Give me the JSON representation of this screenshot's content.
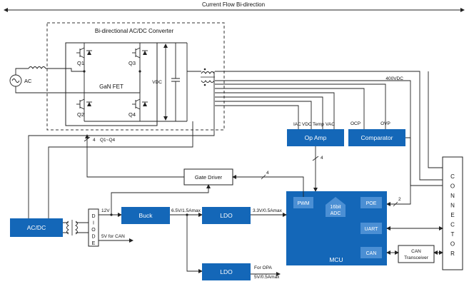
{
  "header": {
    "current_flow": "Current Flow Bi-direction"
  },
  "converter": {
    "title": "Bi-directional AC/DC Converter",
    "gan_fet": "GaN FET",
    "q1": "Q1",
    "q2": "Q2",
    "q3": "Q3",
    "q4": "Q4",
    "vdc": "VDC",
    "bus_count": "4",
    "bus_label": "Q1~Q4"
  },
  "ac_source": {
    "label": "AC"
  },
  "blocks": {
    "op_amp": "Op Amp",
    "comparator": "Comparator",
    "gate_driver": "Gate Driver",
    "ac_dc": "AC/DC",
    "buck": "Buck",
    "ldo_main": "LDO",
    "ldo_opa": "LDO",
    "mcu": "MCU",
    "pwm": "PWM",
    "adc_line1": "16bit",
    "adc_line2": "ADC",
    "poe": "POE",
    "uart": "UART",
    "can": "CAN",
    "can_transceiver_1": "CAN",
    "can_transceiver_2": "Transceiver",
    "diode": [
      "D",
      "I",
      "O",
      "D",
      "E"
    ],
    "connector": [
      "C",
      "O",
      "N",
      "N",
      "E",
      "C",
      "T",
      "O",
      "R"
    ]
  },
  "signals": {
    "iac": "IAC",
    "vdc_sense": "VDC",
    "temp": "Temp",
    "vac": "VAC",
    "ocp": "OCP",
    "ovp": "OVP",
    "v400": "400VDC",
    "opamp_bus": "4",
    "gate_bus": "4",
    "comp_bus": "2",
    "v12": "12V",
    "buck_out": "6.5V/1.5Amax",
    "ldo_out": "3.3V/0.5Amax",
    "can_5v": "5V for CAN",
    "for_opa": "For OPA",
    "opa_out": "5V/0.5Amax"
  },
  "colors": {
    "block_blue": "#1467b8",
    "inner_blue": "#4b8fd4"
  }
}
